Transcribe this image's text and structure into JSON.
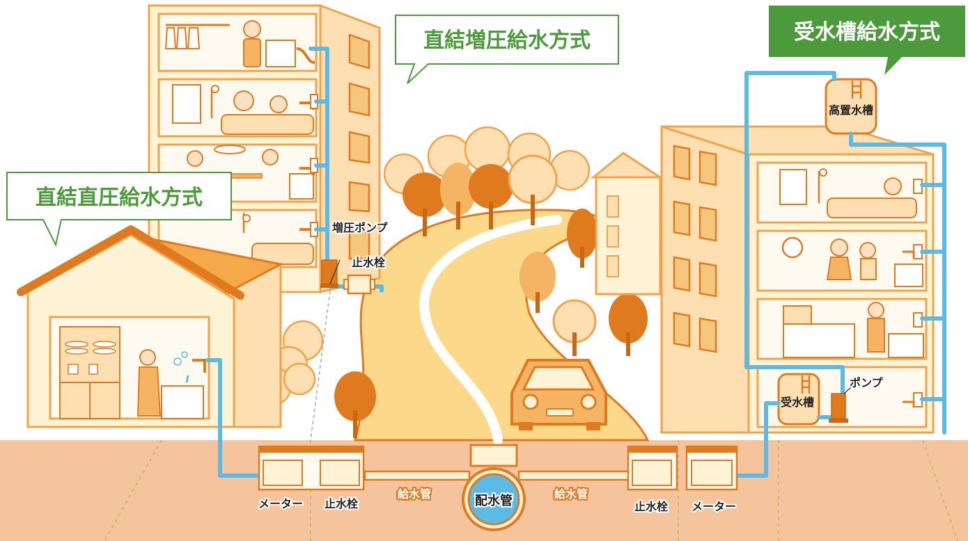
{
  "callouts": {
    "direct_boost": "直結増圧給水方式",
    "tank": "受水槽給水方式",
    "direct_pressure": "直結直圧給水方式"
  },
  "labels": {
    "boost_pump": "増圧ポンプ",
    "stop_valve_top": "止水栓",
    "elevated_tank": "高置水槽",
    "pump": "ポンプ",
    "receiving_tank": "受水槽",
    "meter_left": "メーター",
    "stop_valve_left": "止水栓",
    "supply_pipe_left": "給水管",
    "distribution_pipe": "配水管",
    "supply_pipe_right": "給水管",
    "stop_valve_right": "止水栓",
    "meter_right": "メーター"
  },
  "colors": {
    "green": "#4d9a3d",
    "water": "#5bbbe6",
    "orange_dark": "#e07a1f",
    "orange_mid": "#f2a24a",
    "cream": "#fff3d6",
    "ground": "#f5c49c",
    "road": "#fcd98a"
  }
}
